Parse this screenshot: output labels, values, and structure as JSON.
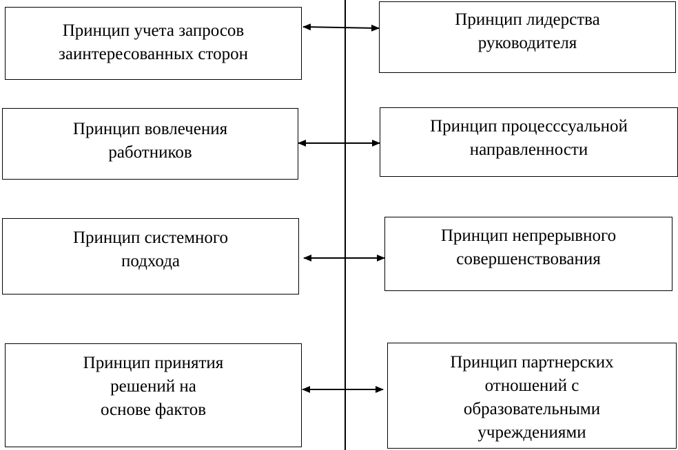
{
  "left_column": [
    {
      "label": "Принцип учета запросов\nзаинтересованных сторон"
    },
    {
      "label": "Принцип вовлечения\nработников"
    },
    {
      "label": "Принцип системного\nподхода"
    },
    {
      "label": "Принцип принятия\nрешений на\nоснове фактов"
    }
  ],
  "right_column": [
    {
      "label": "Принцип лидерства\nруководителя"
    },
    {
      "label": "Принцип процесcсуальной\nнаправленности"
    },
    {
      "label": "Принцип непрерывного\nсовершенствования"
    },
    {
      "label": "Принцип партнерских\nотношений с\nобразовательными\nучреждениями"
    }
  ]
}
